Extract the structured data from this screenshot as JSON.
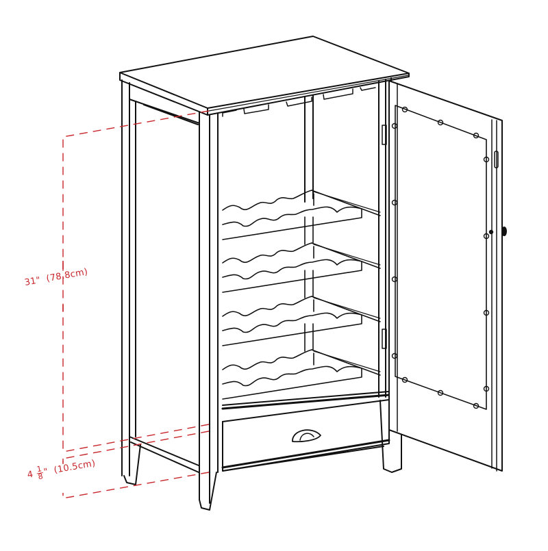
{
  "diagram": {
    "subject": "Wine cabinet with open door, wine bottle racks and bottom drawer",
    "line_color": "#111111",
    "dimension_color": "#c8262b",
    "rack_shelves": 4,
    "bottle_slots_per_row": 4,
    "drawers": 1
  },
  "dimensions": {
    "height": {
      "imperial": "31\"",
      "metric": "(78.8cm)"
    },
    "leg_clearance": {
      "whole": "4",
      "numerator": "1",
      "denominator": "8",
      "inch_mark": "\"",
      "metric": "(10.5cm)"
    }
  }
}
